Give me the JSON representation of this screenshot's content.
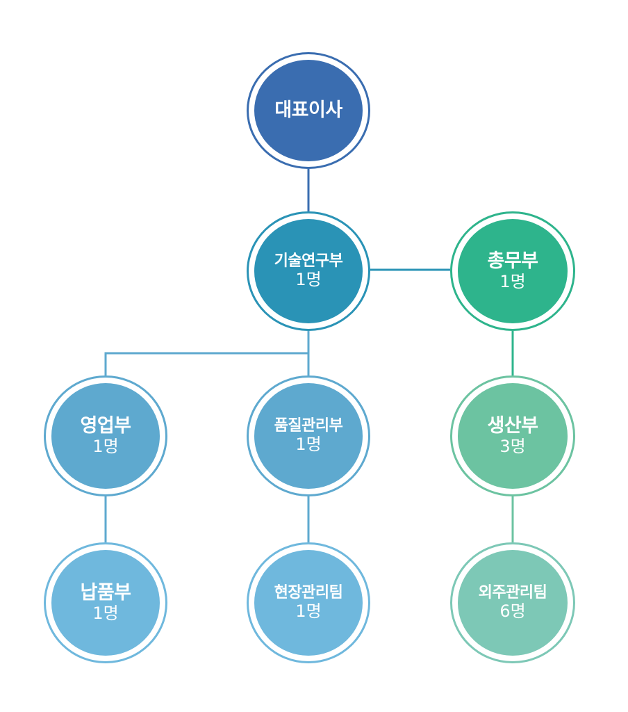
{
  "nodes": {
    "ceo": {
      "name": "대표이사",
      "count": ""
    },
    "rnd": {
      "name": "기술연구부",
      "count": "1명"
    },
    "admin": {
      "name": "총무부",
      "count": "1명"
    },
    "sales": {
      "name": "영업부",
      "count": "1명"
    },
    "qc": {
      "name": "품질관리부",
      "count": "1명"
    },
    "prod": {
      "name": "생산부",
      "count": "3명"
    },
    "delivery": {
      "name": "납품부",
      "count": "1명"
    },
    "site": {
      "name": "현장관리팀",
      "count": "1명"
    },
    "outsource": {
      "name": "외주관리팀",
      "count": "6명"
    }
  },
  "colors": {
    "ceo": "#3a6db0",
    "rnd": "#2a93b6",
    "admin": "#2eb48c",
    "sales_qc": "#5ea9cf",
    "prod": "#6cc3a1",
    "delivery_site": "#6fb8dd",
    "outsource": "#7dc8b6"
  },
  "edges": [
    [
      "ceo",
      "rnd"
    ],
    [
      "rnd",
      "admin"
    ],
    [
      "rnd",
      "sales"
    ],
    [
      "rnd",
      "qc"
    ],
    [
      "sales",
      "delivery"
    ],
    [
      "qc",
      "site"
    ],
    [
      "admin",
      "prod"
    ],
    [
      "prod",
      "outsource"
    ]
  ]
}
